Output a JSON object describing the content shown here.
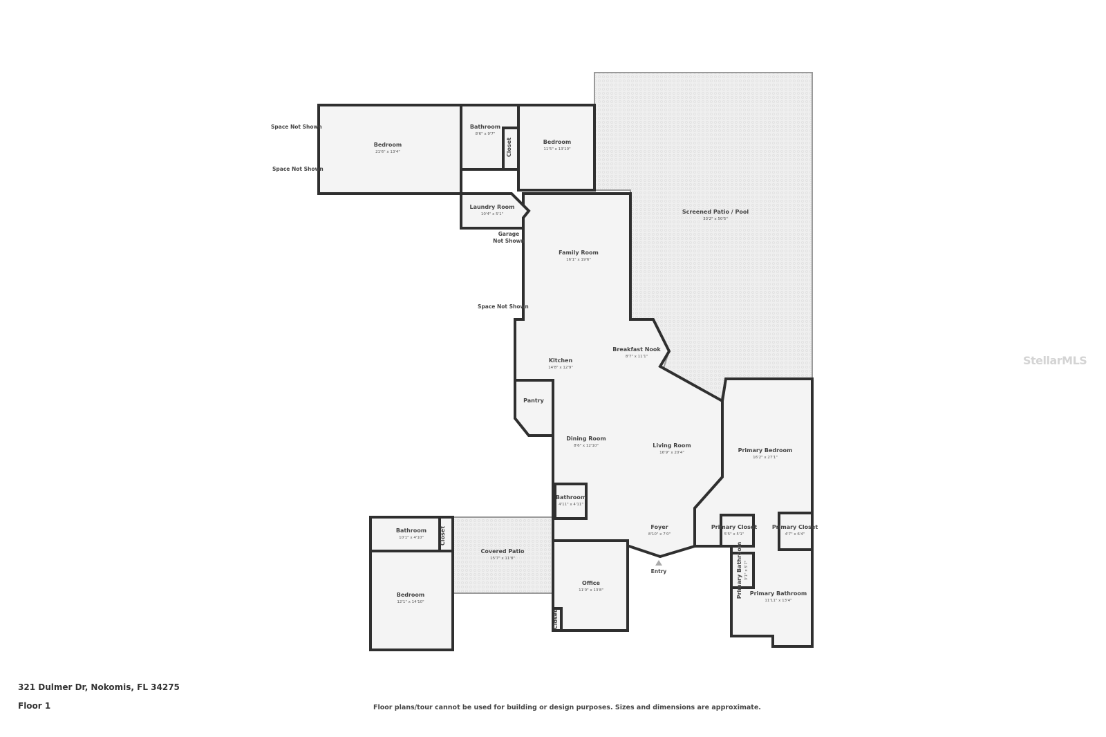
{
  "colors": {
    "wall": "#2f2f2f",
    "floor": "#f4f4f4",
    "outdoor": "#e8e8e8"
  },
  "rooms": [
    {
      "id": "bedroom-west",
      "name": "Bedroom",
      "dim": "21'6\" x 13'4\""
    },
    {
      "id": "bathroom-north",
      "name": "Bathroom",
      "dim": "8'6\" x 9'7\""
    },
    {
      "id": "closet-north",
      "name": "Closet",
      "dim": ""
    },
    {
      "id": "bedroom-north",
      "name": "Bedroom",
      "dim": "11'5\" x 13'10\""
    },
    {
      "id": "screened-patio",
      "name": "Screened Patio / Pool",
      "dim": "33'2\" x 50'5\""
    },
    {
      "id": "laundry",
      "name": "Laundry Room",
      "dim": "10'4\" x 5'1\""
    },
    {
      "id": "main",
      "name": "",
      "dim": ""
    },
    {
      "id": "family-room",
      "name": "Family Room",
      "dim": "16'1\" x 19'6\""
    },
    {
      "id": "breakfast-nook",
      "name": "Breakfast Nook",
      "dim": "8'7\" x 11'1\""
    },
    {
      "id": "kitchen",
      "name": "Kitchen",
      "dim": "14'8\" x 12'9\""
    },
    {
      "id": "pantry",
      "name": "Pantry",
      "dim": ""
    },
    {
      "id": "dining-room",
      "name": "Dining Room",
      "dim": "8'6\" x 12'10\""
    },
    {
      "id": "living-room",
      "name": "Living Room",
      "dim": "16'9\" x 20'4\""
    },
    {
      "id": "bathroom-half",
      "name": "Bathroom",
      "dim": "4'11\" x 4'11\""
    },
    {
      "id": "foyer",
      "name": "Foyer",
      "dim": "8'10\" x 7'0\""
    },
    {
      "id": "office",
      "name": "Office",
      "dim": "11'0\" x 13'8\""
    },
    {
      "id": "office-closet",
      "name": "Closet",
      "dim": ""
    },
    {
      "id": "covered-patio",
      "name": "Covered Patio",
      "dim": "15'7\" x 11'8\""
    },
    {
      "id": "bathroom-guest",
      "name": "Bathroom",
      "dim": "10'1\" x 4'10\""
    },
    {
      "id": "closet-guest",
      "name": "Closet",
      "dim": ""
    },
    {
      "id": "bedroom-guest",
      "name": "Bedroom",
      "dim": "12'1\" x 14'10\""
    },
    {
      "id": "primary-bedroom",
      "name": "Primary Bedroom",
      "dim": "16'2\" x 27'1\""
    },
    {
      "id": "primary-closet-1",
      "name": "Primary Closet",
      "dim": "5'5\" x 5'1\""
    },
    {
      "id": "primary-closet-2",
      "name": "Primary Closet",
      "dim": "4'7\" x 6'4\""
    },
    {
      "id": "primary-bathroom-small",
      "name": "Primary Bathroom",
      "dim": "3'1\" x 5'7\""
    },
    {
      "id": "primary-bathroom",
      "name": "Primary Bathroom",
      "dim": "11'11\" x 13'4\""
    }
  ],
  "notes": {
    "space_not_shown": "Space Not Shown",
    "garage_not_shown_1": "Garage",
    "garage_not_shown_2": "Not Shown",
    "entry": "Entry"
  },
  "footer": {
    "address": "321 Dulmer Dr, Nokomis, FL 34275",
    "floor": "Floor 1",
    "disclaimer": "Floor plans/tour cannot be used for building or design purposes. Sizes and dimensions are approximate.",
    "watermark": "StellarMLS"
  }
}
